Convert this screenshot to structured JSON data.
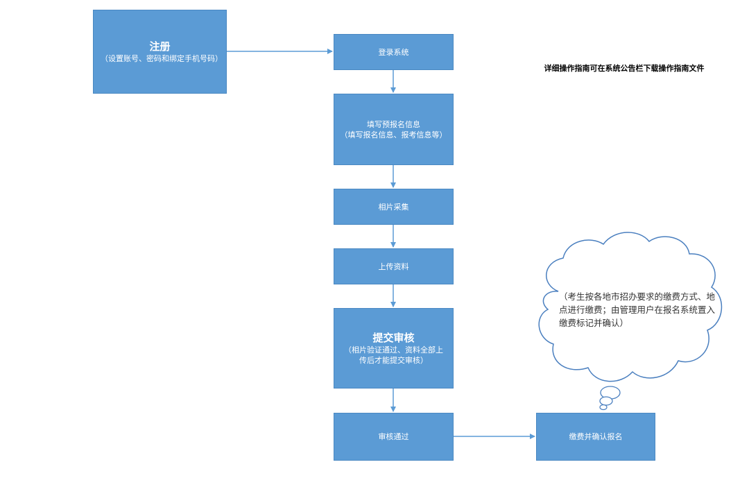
{
  "nodes": {
    "register": {
      "title": "注册",
      "sub": "（设置账号、密码和绑定手机号码）"
    },
    "login": {
      "title": "登录系统"
    },
    "fill": {
      "title": "填写预报名信息",
      "sub": "（填写报名信息、报考信息等）"
    },
    "photo": {
      "title": "相片采集"
    },
    "upload": {
      "title": "上传资料"
    },
    "submit": {
      "title": "提交审核",
      "sub": "（相片验证通过、资料全部上传后才能提交审核）"
    },
    "pass": {
      "title": "审核通过"
    },
    "pay": {
      "title": "缴费并确认报名"
    }
  },
  "note": "详细操作指南可在系统公告栏下载操作指南文件",
  "cloud": "（考生按各地市招办要求的缴费方式、地点进行缴费；由管理用户在报名系统置入缴费标记并确认）",
  "colors": {
    "box_fill": "#5b9bd5",
    "box_border": "#4a88c2",
    "arrow": "#5b9bd5",
    "cloud_stroke": "#4a7fbf"
  }
}
